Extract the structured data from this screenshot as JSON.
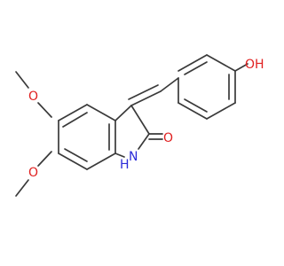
{
  "atoms": {
    "oh": "OH",
    "o_methoxy_upper": "O",
    "o_methoxy_lower": "O",
    "o_carbonyl": "O",
    "nh_h": "H",
    "nh_n": "N"
  },
  "colors": {
    "bond": "#3a3a3a",
    "oxygen": "#e02020",
    "nitrogen": "#2a2ad8",
    "background": "#ffffff"
  }
}
